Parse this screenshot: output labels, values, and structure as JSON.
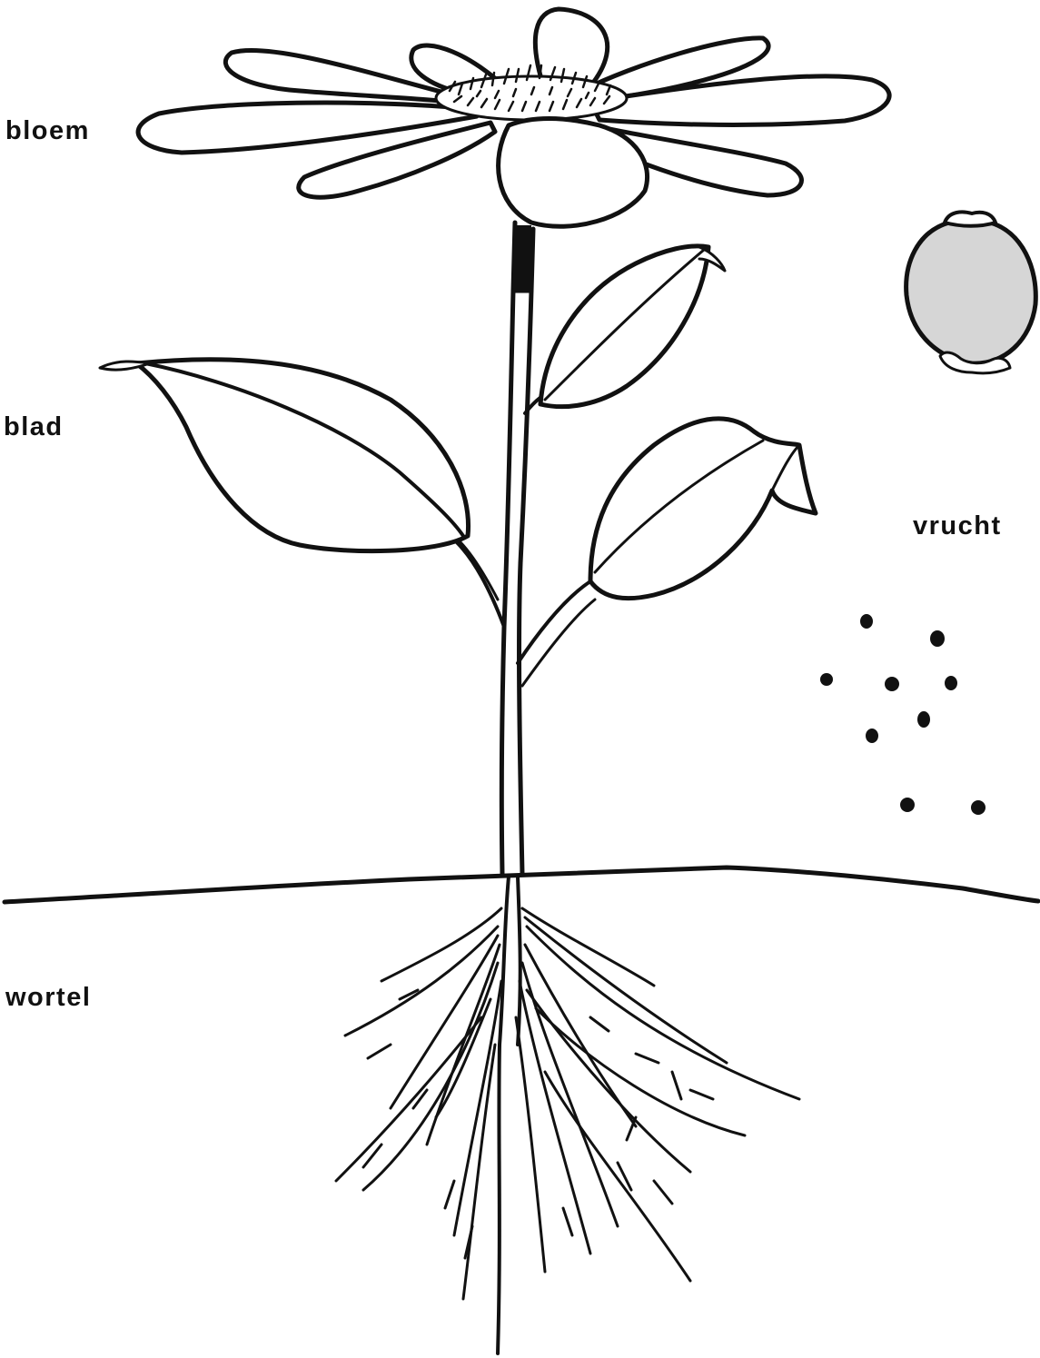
{
  "labels": {
    "flower": "bloem",
    "leaf": "blad",
    "fruit": "vrucht",
    "root": "wortel"
  },
  "colors": {
    "ink": "#111111",
    "paper": "#ffffff",
    "fruit_fill": "#d6d6d6"
  }
}
